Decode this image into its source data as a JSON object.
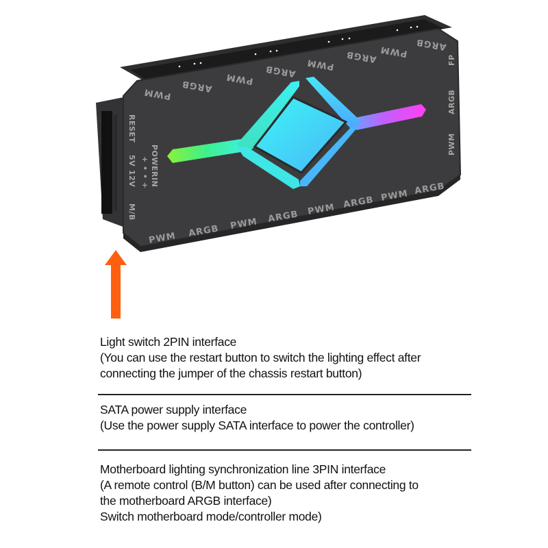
{
  "device": {
    "name": "ARGB/PWM fan hub controller",
    "top_labels": [
      "PWM",
      "ARGB",
      "PWM",
      "ARGB",
      "PWM",
      "ARGB",
      "PWM",
      "ARGB"
    ],
    "bottom_labels": [
      "PWM",
      "ARGB",
      "PWM",
      "ARGB",
      "PWM",
      "ARGB",
      "PWM",
      "ARGB"
    ],
    "right_labels": [
      "FP",
      "ARGB",
      "PWM"
    ],
    "left_labels": {
      "reset": "RESET",
      "v5": "5V",
      "v12": "12V",
      "mb": "M/B",
      "powerin": "POWERIN",
      "pins": "+ • • +"
    },
    "colors": {
      "body": "#3c3c3e",
      "body_edge": "#2a2a2c",
      "led_green": "#6cf25a",
      "led_cyan": "#3ef0f0",
      "led_blue": "#4ab0ff",
      "led_magenta": "#f23ef0",
      "arrow": "#ff6010"
    }
  },
  "sections": [
    {
      "title": "Light switch 2PIN interface",
      "lines": [
        "(You can use the restart button to switch the lighting effect after",
        "connecting the jumper of the chassis restart button)"
      ]
    },
    {
      "title": "SATA power supply interface",
      "lines": [
        "(Use the power supply SATA interface to power the controller)"
      ]
    },
    {
      "title": "Motherboard lighting synchronization line 3PIN interface",
      "lines": [
        "(A remote control (B/M button) can be used after connecting to",
        "the motherboard ARGB interface)",
        "Switch motherboard mode/controller mode)"
      ]
    }
  ]
}
